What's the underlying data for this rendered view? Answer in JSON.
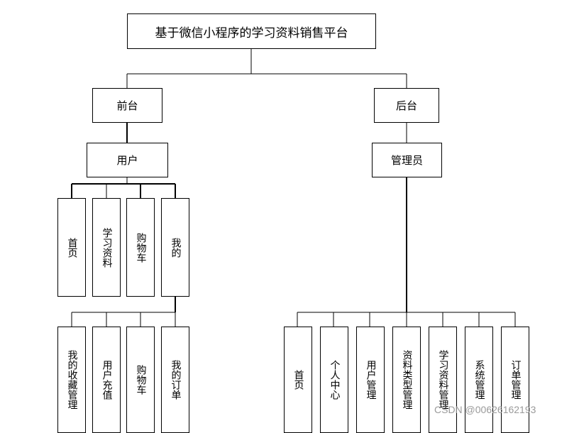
{
  "root": "基于微信小程序的学习资料销售平台",
  "front": "前台",
  "back": "后台",
  "user": "用户",
  "admin": "管理员",
  "user_menu": [
    "首页",
    "学习资料",
    "购物车",
    "我的"
  ],
  "mine_menu": [
    "我的收藏管理",
    "用户充值",
    "购物车",
    "我的订单"
  ],
  "admin_menu": [
    "首页",
    "个人中心",
    "用户管理",
    "资料类型管理",
    "学习资料管理",
    "系统管理",
    "订单管理"
  ],
  "watermark": "CSDN @00626162193"
}
